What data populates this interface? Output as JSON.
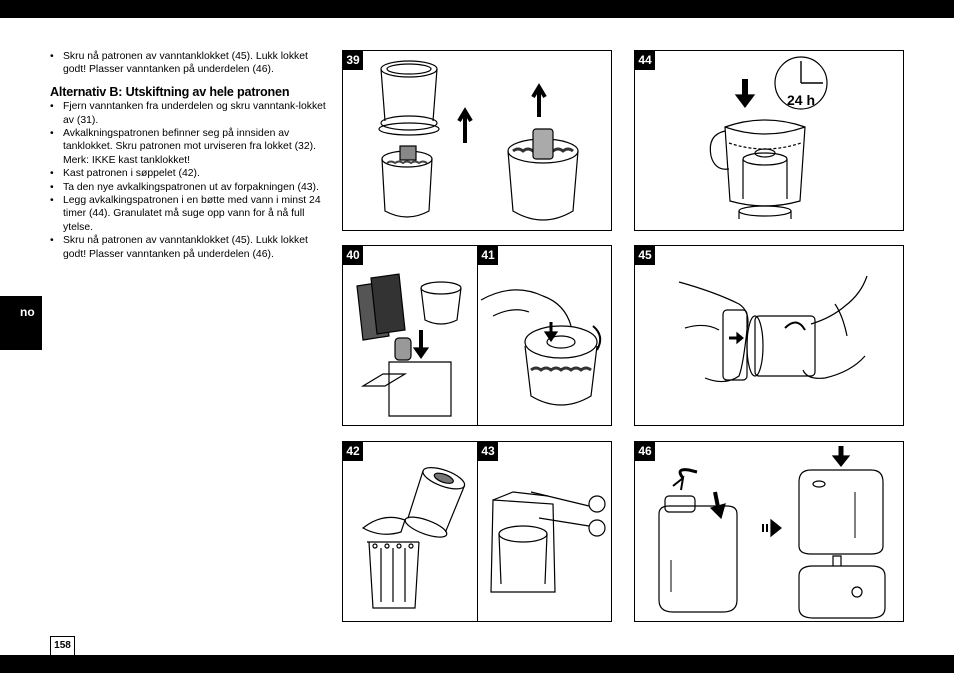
{
  "page": {
    "language_tab": "no",
    "page_number": "158"
  },
  "instructions": {
    "intro_items": [
      "Skru nå patronen av vanntanklokket (45). Lukk lokket godt! Plasser vanntanken på underdelen (46)."
    ],
    "section_heading": "Alternativ B: Utskiftning av hele patronen",
    "section_items": [
      "Fjern vanntanken fra underdelen og skru vanntank-lokket av (31).",
      "Avkalkningspatronen befinner seg på innsiden av tanklokket. Skru patronen mot urviseren fra lokket (32). Merk: IKKE kast tanklokket!",
      "Kast patronen i søppelet (42).",
      "Ta den nye avkalkingspatronen ut av forpakningen (43).",
      "Legg avkalkingspatronen i en bøtte med vann i minst 24 timer (44). Granulatet må suge opp vann for å nå full ytelse.",
      "Skru nå patronen av vanntanklokket (45). Lukk lokket godt! Plasser vanntanken på underdelen (46)."
    ]
  },
  "figures": {
    "fig39": "39",
    "fig40": "40",
    "fig41": "41",
    "fig42": "42",
    "fig43": "43",
    "fig44": "44",
    "fig45": "45",
    "fig46": "46",
    "clock_label": "24 h"
  }
}
